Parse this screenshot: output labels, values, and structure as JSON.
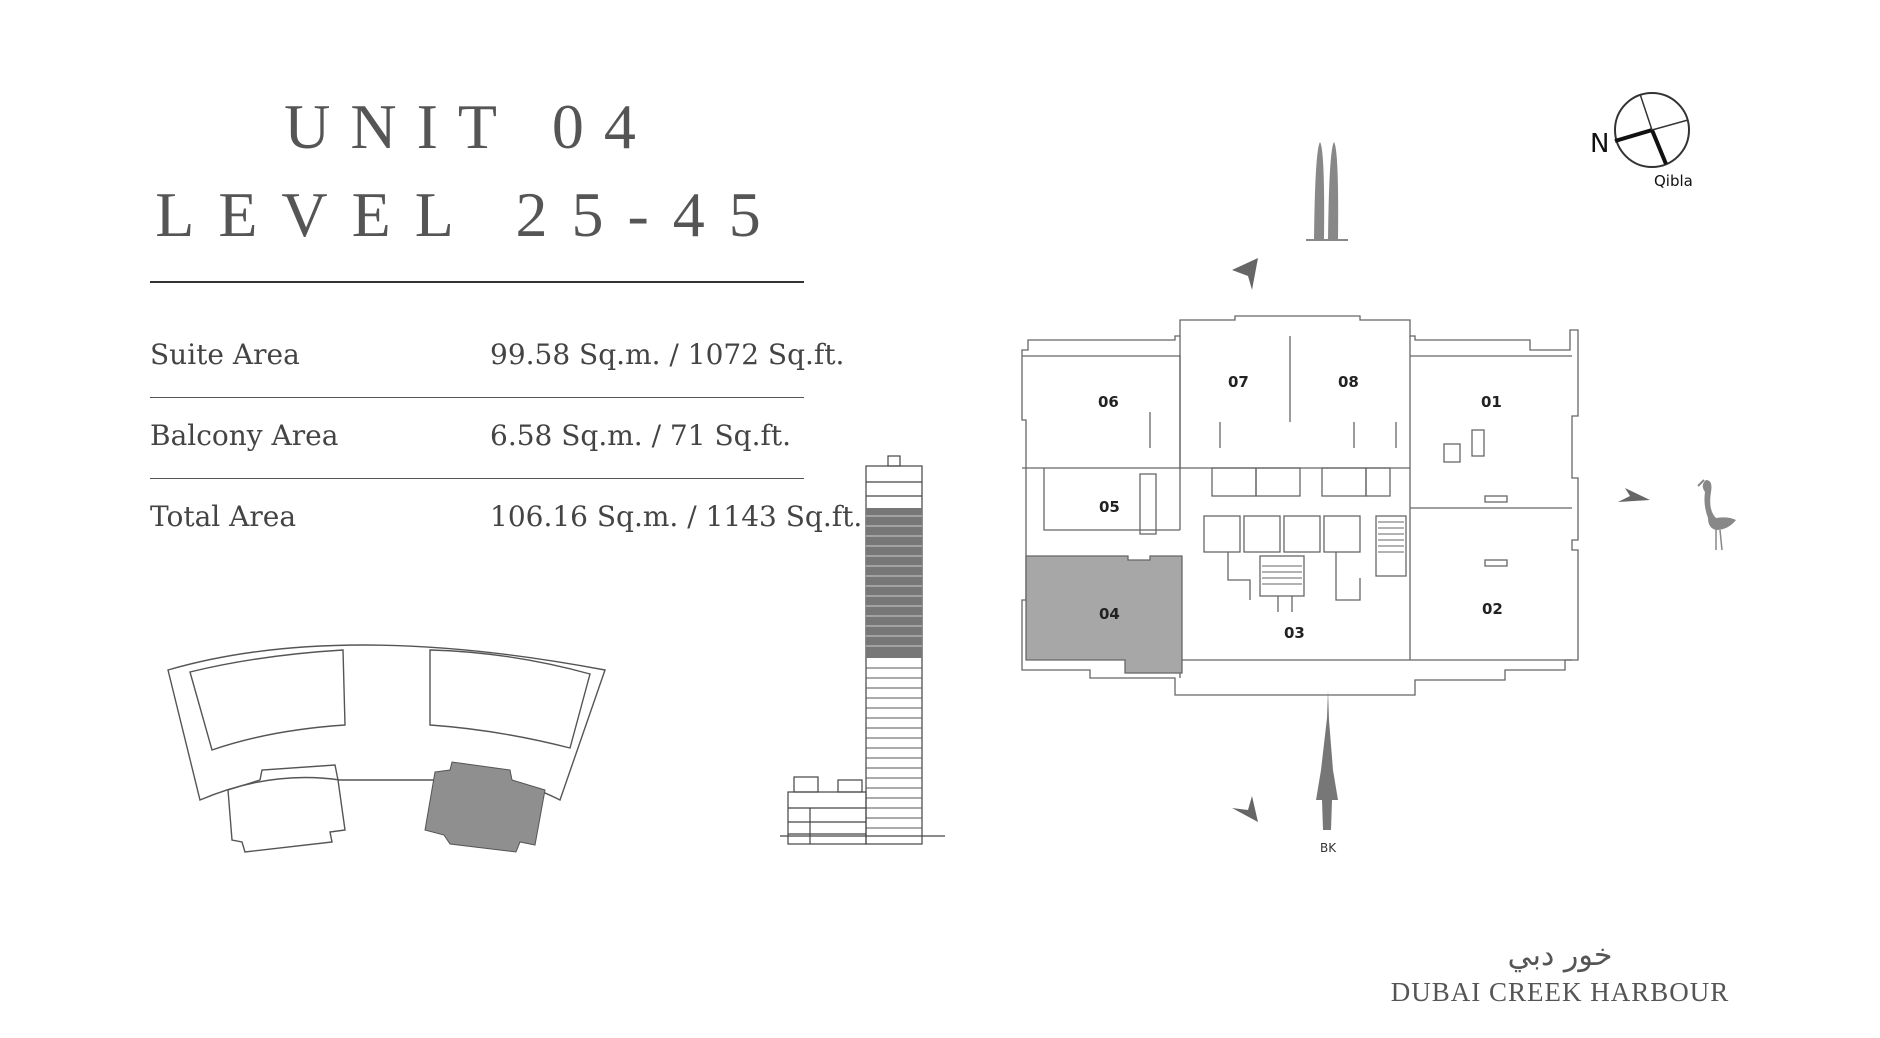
{
  "title": {
    "unit": "UNIT 04",
    "level": "LEVEL 25-45"
  },
  "specs": [
    {
      "label": "Suite Area",
      "value": "99.58 Sq.m. / 1072 Sq.ft."
    },
    {
      "label": "Balcony Area",
      "value": "6.58 Sq.m. / 71 Sq.ft."
    },
    {
      "label": "Total Area",
      "value": "106.16 Sq.m. / 1143 Sq.ft."
    }
  ],
  "compass": {
    "north_label": "N",
    "qibla_label": "Qibla"
  },
  "floorplan": {
    "units": [
      {
        "id": "06",
        "label": "06"
      },
      {
        "id": "07",
        "label": "07"
      },
      {
        "id": "08",
        "label": "08"
      },
      {
        "id": "01",
        "label": "01"
      },
      {
        "id": "05",
        "label": "05"
      },
      {
        "id": "04",
        "label": "04",
        "selected": true
      },
      {
        "id": "03",
        "label": "03"
      },
      {
        "id": "02",
        "label": "02"
      }
    ],
    "landmark_bk_label": "BK"
  },
  "brand": {
    "arabic": "خور دبي",
    "name": "DUBAI CREEK HARBOUR"
  },
  "colors": {
    "text": "#444444",
    "highlight": "#8f8f8f",
    "line": "#555555"
  },
  "icons": [
    "compass-icon",
    "twin-towers-icon",
    "burj-khalifa-icon",
    "flamingo-icon",
    "view-arrow-icon"
  ]
}
